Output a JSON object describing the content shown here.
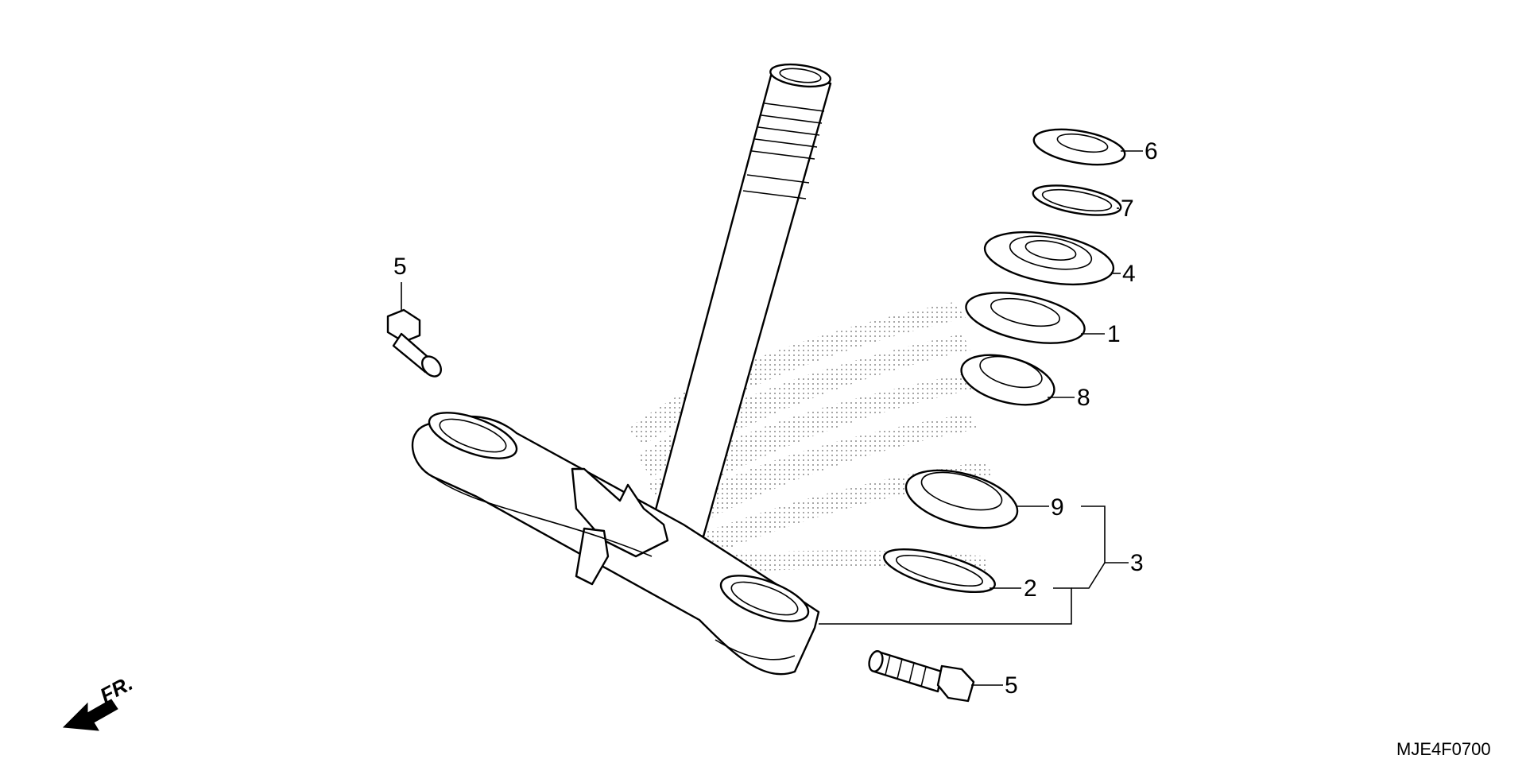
{
  "diagram": {
    "code": "MJE4F0700",
    "front_indicator": "FR.",
    "callouts": [
      {
        "id": "callout-6",
        "label": "6"
      },
      {
        "id": "callout-7",
        "label": "7"
      },
      {
        "id": "callout-4",
        "label": "4"
      },
      {
        "id": "callout-1",
        "label": "1"
      },
      {
        "id": "callout-8",
        "label": "8"
      },
      {
        "id": "callout-9",
        "label": "9"
      },
      {
        "id": "callout-3",
        "label": "3"
      },
      {
        "id": "callout-2",
        "label": "2"
      },
      {
        "id": "callout-5-upper",
        "label": "5"
      },
      {
        "id": "callout-5-lower",
        "label": "5"
      }
    ]
  }
}
